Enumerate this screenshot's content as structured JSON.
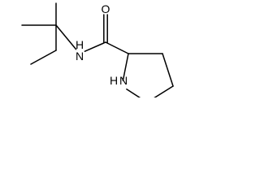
{
  "diagram": {
    "type": "skeletal-structure",
    "atoms": [
      {
        "id": "c_me_top",
        "label": ""
      },
      {
        "id": "c_me_left",
        "label": ""
      },
      {
        "id": "c_quat",
        "label": ""
      },
      {
        "id": "c_ch2",
        "label": ""
      },
      {
        "id": "c_ch3_end",
        "label": ""
      },
      {
        "id": "n_amide",
        "label": "N"
      },
      {
        "id": "h_amide",
        "label": "H"
      },
      {
        "id": "c_carbonyl",
        "label": ""
      },
      {
        "id": "o_carbonyl",
        "label": "O"
      },
      {
        "id": "c_ring2",
        "label": ""
      },
      {
        "id": "c_ring3",
        "label": ""
      },
      {
        "id": "c_ring4",
        "label": ""
      },
      {
        "id": "c_ring5",
        "label": ""
      },
      {
        "id": "n_ring",
        "label": "N"
      },
      {
        "id": "h_ring",
        "label": "H"
      }
    ],
    "bonds": [
      {
        "a": "c_me_top",
        "b": "c_quat",
        "order": 1
      },
      {
        "a": "c_me_left",
        "b": "c_quat",
        "order": 1
      },
      {
        "a": "c_quat",
        "b": "c_ch2",
        "order": 1
      },
      {
        "a": "c_ch2",
        "b": "c_ch3_end",
        "order": 1
      },
      {
        "a": "c_quat",
        "b": "n_amide",
        "order": 1
      },
      {
        "a": "n_amide",
        "b": "c_carbonyl",
        "order": 1
      },
      {
        "a": "c_carbonyl",
        "b": "o_carbonyl",
        "order": 2
      },
      {
        "a": "c_carbonyl",
        "b": "c_ring2",
        "order": 1
      },
      {
        "a": "c_ring2",
        "b": "c_ring3",
        "order": 1
      },
      {
        "a": "c_ring3",
        "b": "c_ring4",
        "order": 1
      },
      {
        "a": "c_ring4",
        "b": "c_ring5",
        "order": 1
      },
      {
        "a": "c_ring5",
        "b": "n_ring",
        "order": 1
      },
      {
        "a": "n_ring",
        "b": "c_ring2",
        "order": 1
      }
    ]
  }
}
